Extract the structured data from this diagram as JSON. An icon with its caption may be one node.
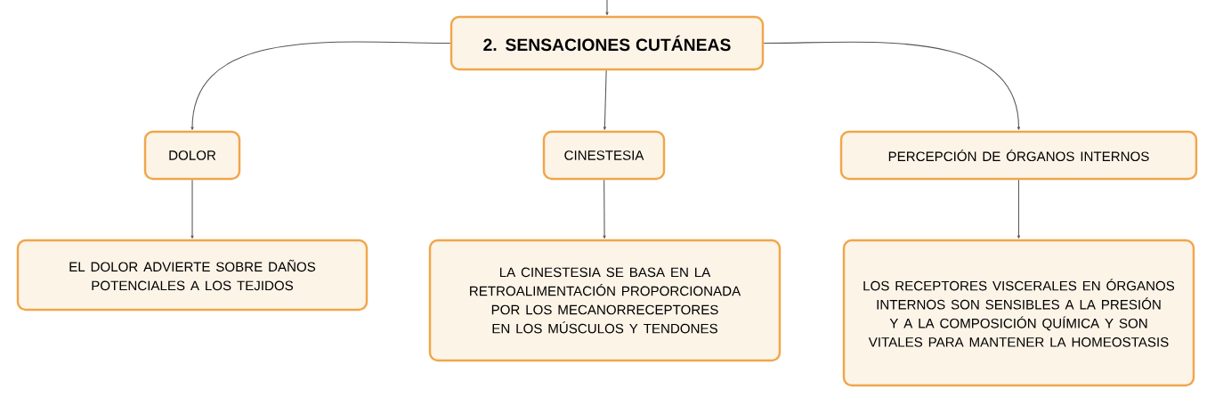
{
  "diagram": {
    "nodes": [
      {
        "text": [
          "2. SENSACIONES CUTÁNEAS"
        ]
      },
      {
        "text": [
          "DOLOR"
        ]
      },
      {
        "text": [
          "CINESTESIA"
        ]
      },
      {
        "text": [
          "PERCEPCIÓN DE ÓRGANOS INTERNOS"
        ]
      },
      {
        "text": [
          "EL DOLOR ADVIERTE SOBRE DAÑOS POTENCIALES A LOS TEJIDOS"
        ]
      },
      {
        "text": [
          "LA CINESTESIA SE BASA EN LA RETROALIMENTACIÓN PROPORCIONADA POR LOS MECANORRECEPTORES EN LOS MÚSCULOS Y TENDONES"
        ]
      },
      {
        "text": [
          "LOS RECEPTORES VISCERALES EN ÓRGANOS INTERNOS SON SENSIBLES A LA PRESIÓN Y A LA COMPOSICIÓN QUÍMICA Y SON VITALES PARA MANTENER LA HOMEOSTASIS"
        ]
      }
    ],
    "edges": [
      {
        "from": null,
        "to": 0,
        "arrow": "to"
      },
      {
        "from": 0,
        "to": 1,
        "arrow": "to"
      },
      {
        "from": 0,
        "to": 2,
        "arrow": "to"
      },
      {
        "from": 0,
        "to": 3,
        "arrow": "to"
      },
      {
        "from": 1,
        "to": 4,
        "arrow": "to"
      },
      {
        "from": 2,
        "to": 5,
        "arrow": "to"
      },
      {
        "from": 3,
        "to": 6,
        "arrow": "to"
      }
    ]
  }
}
